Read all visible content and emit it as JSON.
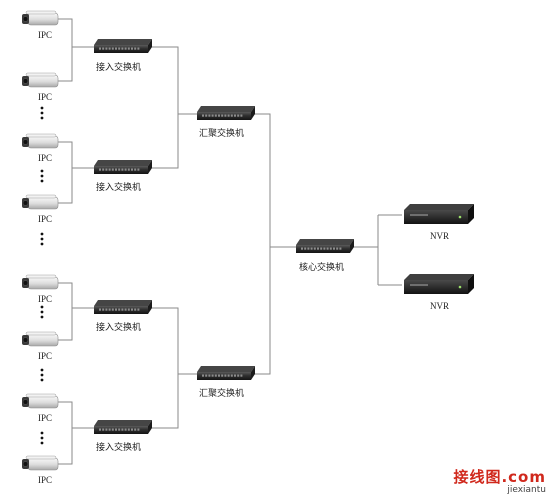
{
  "labels": {
    "ipc": "IPC",
    "access_switch": "接入交换机",
    "aggregation_switch": "汇聚交换机",
    "core_switch": "核心交换机",
    "nvr": "NVR"
  },
  "watermark": {
    "text": "接线图",
    "suffix": ".com",
    "url": "jiexiantu"
  },
  "colors": {
    "line": "#8a8a8a",
    "device": "#2e2e2e",
    "camera": "#e6e6e6",
    "watermark": "#d0281c"
  }
}
